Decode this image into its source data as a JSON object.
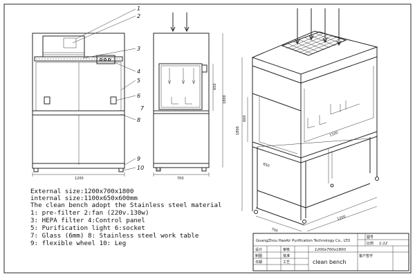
{
  "callouts": [
    "1",
    "2",
    "3",
    "4",
    "5",
    "6",
    "7",
    "8",
    "9",
    "10"
  ],
  "dims": {
    "front_width": "1200",
    "side_depth": "700",
    "side_height": "1800",
    "side_inner": "650",
    "iso_height": "1800",
    "iso_inner": "600",
    "iso_depth_top": "1100",
    "iso_glass": "650",
    "iso_bottom_depth": "700",
    "iso_bottom_width": "1200"
  },
  "specs": [
    "External size:1200x700x1800",
    "internal size:1100x650x600mm",
    " The clean bench adopt the Stainless steel material",
    "1: pre-filter       2:fan (220v.130w)",
    "3: HEPA filter      4:Control panel",
    "5: Purification light  6:socket",
    "7: Glass (6mm)      8: Stainless steel work table",
    "9: flexible wheel    10: Leg"
  ],
  "title_block": {
    "company": "GuangZhou HaoAir Purification Technology Co., LTD",
    "label_drawing_no": "图号",
    "label_scale": "比例",
    "scale_value": "1:12",
    "label_design": "设计",
    "label_review": "审核",
    "size_value": "1200x700x1800",
    "label_drawn": "制图",
    "label_approve": "批准",
    "label_customer": "客户签字",
    "label_date": "日期",
    "label_process": "工艺",
    "product_name": "clean bench"
  }
}
